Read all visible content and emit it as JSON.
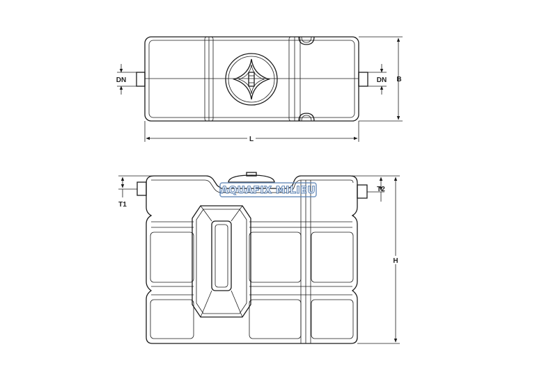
{
  "top_view": {
    "labels": {
      "dn_left": "DN",
      "dn_right": "DN",
      "width": "B",
      "length": "L"
    }
  },
  "front_view": {
    "labels": {
      "inlet_height": "T1",
      "outlet_height": "T2",
      "height": "H"
    }
  },
  "watermark": {
    "text": "AQUAFIX MILIEU",
    "color": "#5b82b4"
  },
  "colors": {
    "line": "#1a1a1a",
    "background": "#ffffff"
  }
}
